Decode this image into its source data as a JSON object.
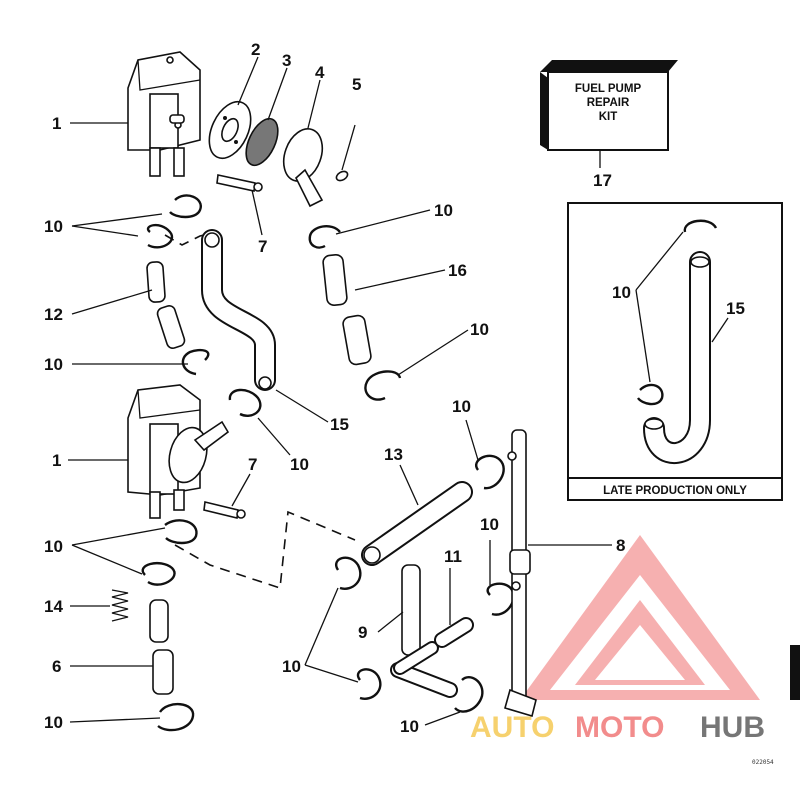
{
  "diagram": {
    "callouts": {
      "c1_top": "1",
      "c2": "2",
      "c3": "3",
      "c4": "4",
      "c5": "5",
      "c7_top": "7",
      "c10_top_left": "10",
      "c10_top_right": "10",
      "c12": "12",
      "c16": "16",
      "c10_mid_right": "10",
      "c10_mid_left": "10",
      "c15": "15",
      "c1_bottom": "1",
      "c10_under_hose": "10",
      "c7_bottom": "7",
      "c13": "13",
      "c10_mid_small": "10",
      "c10_bottom_left": "10",
      "c14": "14",
      "c11": "11",
      "c10_right": "10",
      "c9": "9",
      "c6": "6",
      "c10_bottom": "10",
      "c10_bottom_mid": "10",
      "c10_bottom_center": "10",
      "c8": "8",
      "c17": "17",
      "c10_inset": "10",
      "c15_inset": "15"
    },
    "kit_box": {
      "line1": "FUEL PUMP",
      "line2": "REPAIR",
      "line3": "KIT"
    },
    "inset_caption": "LATE PRODUCTION ONLY",
    "figure_code": "022054",
    "watermark": {
      "part1": "AUTO",
      "part2": "MOTO",
      "part3": "HUB"
    }
  }
}
